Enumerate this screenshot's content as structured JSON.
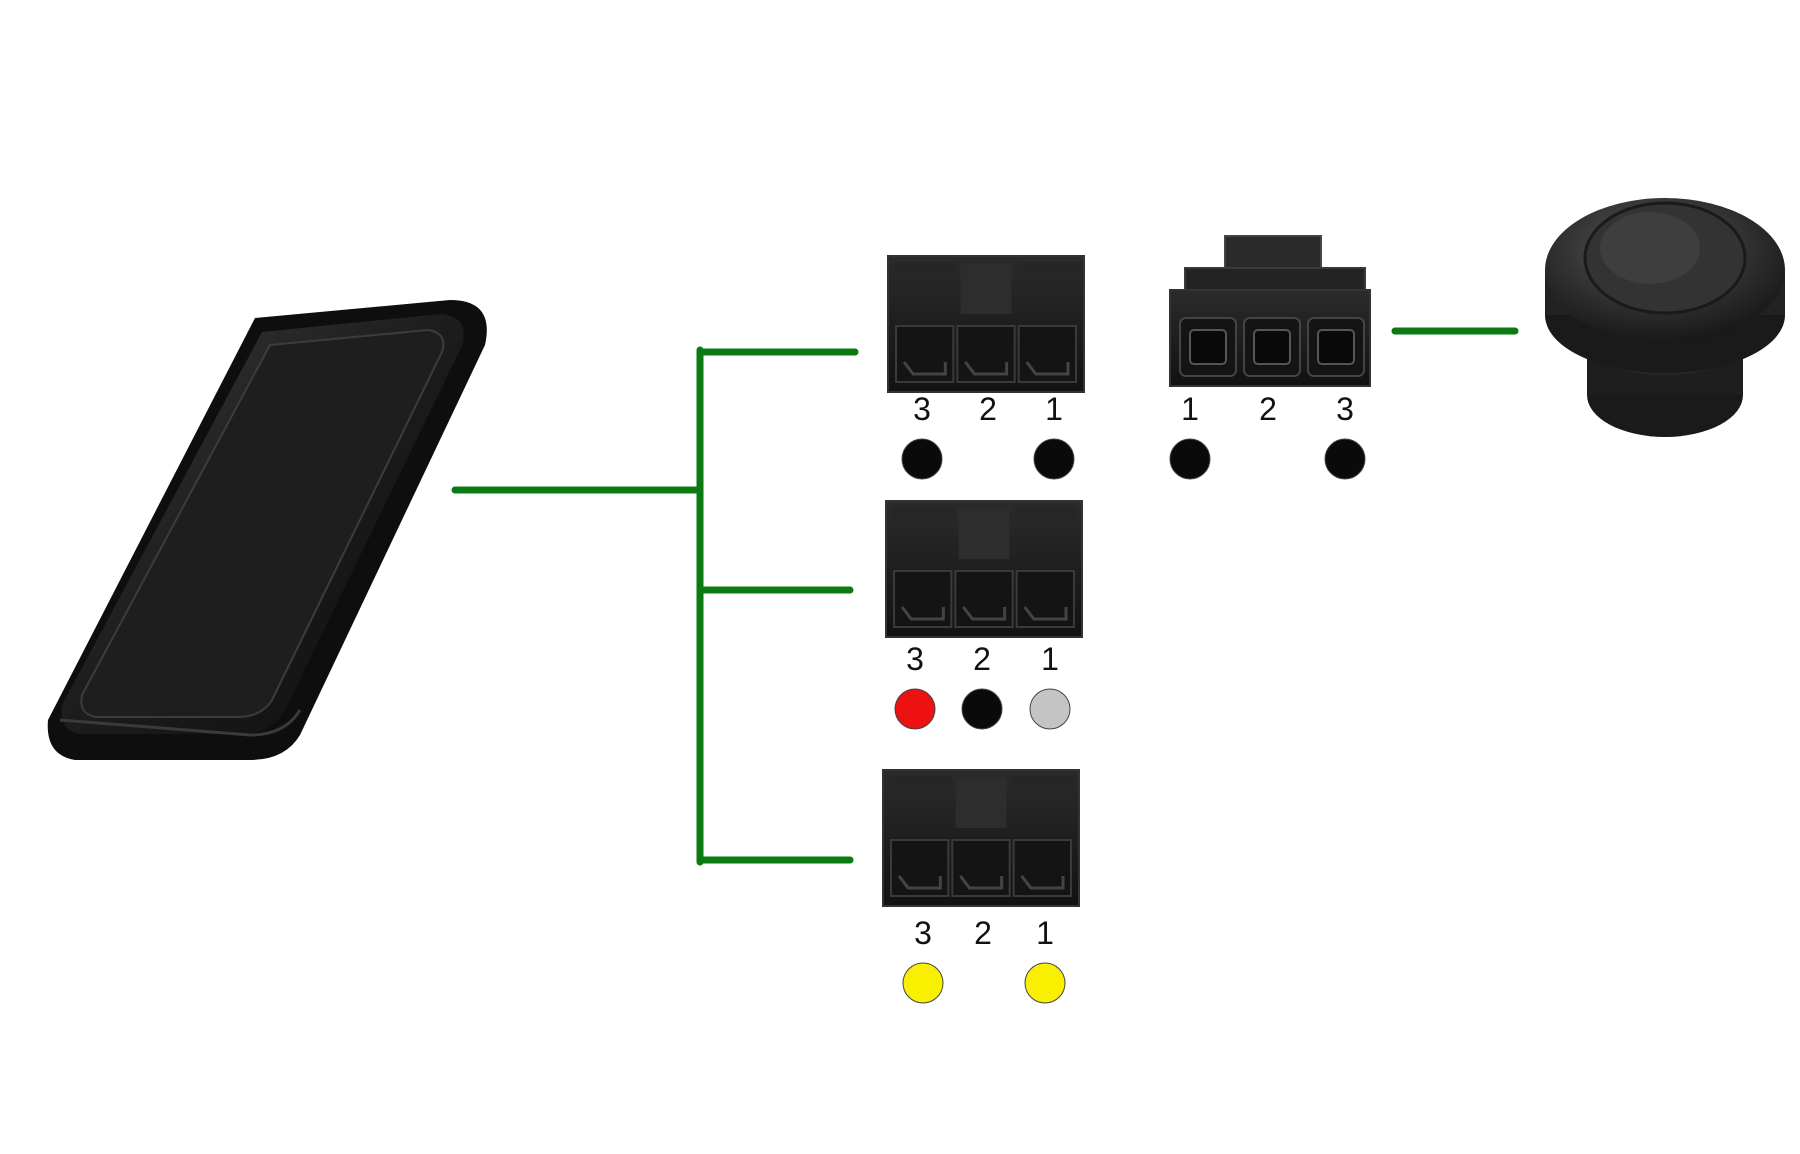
{
  "colors": {
    "wire": "#0b7a12",
    "black": "#0a0a0a",
    "red": "#ee1111",
    "gray": "#c4c4c4",
    "yellow": "#f8f000",
    "housing": "#1b1b1b",
    "housing_edge": "#333333"
  },
  "devices": {
    "handheld": {
      "icon": "handheld-enclosure-icon"
    },
    "grommet": {
      "icon": "cable-grommet-icon"
    }
  },
  "connectors": [
    {
      "id": "top",
      "pins": [
        {
          "label": "3",
          "dot": "black"
        },
        {
          "label": "2",
          "dot": null
        },
        {
          "label": "1",
          "dot": "black"
        }
      ]
    },
    {
      "id": "middle",
      "pins": [
        {
          "label": "3",
          "dot": "red"
        },
        {
          "label": "2",
          "dot": "black"
        },
        {
          "label": "1",
          "dot": "gray"
        }
      ]
    },
    {
      "id": "bottom",
      "pins": [
        {
          "label": "3",
          "dot": "yellow"
        },
        {
          "label": "2",
          "dot": null
        },
        {
          "label": "1",
          "dot": "yellow"
        }
      ]
    }
  ],
  "plug": {
    "pins": [
      {
        "label": "1",
        "dot": "black"
      },
      {
        "label": "2",
        "dot": null
      },
      {
        "label": "3",
        "dot": "black"
      }
    ]
  }
}
